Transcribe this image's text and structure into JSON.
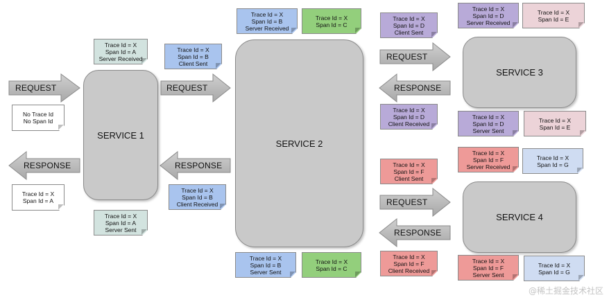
{
  "colors": {
    "teal": "#d2e3df",
    "blue": "#a9c4ee",
    "green": "#93cf7c",
    "purple": "#b8aad8",
    "pink": "#ecd3d8",
    "red": "#ee9a98",
    "lightblue": "#cfdcf2",
    "white": "#ffffff",
    "service": "#c9c9c9",
    "arrow": "#b5b5b5"
  },
  "services": {
    "s1": "SERVICE 1",
    "s2": "SERVICE 2",
    "s3": "SERVICE 3",
    "s4": "SERVICE 4"
  },
  "arrows": {
    "request": "REQUEST",
    "response": "RESPONSE"
  },
  "notes": {
    "client_in": [
      "No Trace Id",
      "No Span Id"
    ],
    "client_out": [
      "Trace Id = X",
      "Span Id = A"
    ],
    "s1_received": [
      "Trace Id = X",
      "Span Id = A",
      "Server Received"
    ],
    "s1_sent": [
      "Trace Id = X",
      "Span Id = A",
      "Server Sent"
    ],
    "s1_client_sent": [
      "Trace Id = X",
      "Span Id = B",
      "Client Sent"
    ],
    "s1_client_received": [
      "Trace Id = X",
      "Span Id = B",
      "Client Received"
    ],
    "s2_received": [
      "Trace Id = X",
      "Span Id = B",
      "Server Received"
    ],
    "s2_c_top": [
      "Trace Id = X",
      "Span Id = C"
    ],
    "s2_sent": [
      "Trace Id = X",
      "Span Id = B",
      "Server Sent"
    ],
    "s2_c_bottom": [
      "Trace Id = X",
      "Span Id = C"
    ],
    "s2_d_sent": [
      "Trace Id = X",
      "Span Id = D",
      "Client Sent"
    ],
    "s2_d_received": [
      "Trace Id = X",
      "Span Id = D",
      "Client Received"
    ],
    "s2_f_sent": [
      "Trace Id = X",
      "Span Id = F",
      "Client Sent"
    ],
    "s2_f_received": [
      "Trace Id = X",
      "Span Id = F",
      "Client Received"
    ],
    "s3_received": [
      "Trace Id = X",
      "Span Id = D",
      "Server Received"
    ],
    "s3_e_top": [
      "Trace Id = X",
      "Span Id = E"
    ],
    "s3_sent": [
      "Trace Id = X",
      "Span Id = D",
      "Server Sent"
    ],
    "s3_e_bottom": [
      "Trace Id = X",
      "Span Id = E"
    ],
    "s4_received": [
      "Trace Id = X",
      "Span Id = F",
      "Server Received"
    ],
    "s4_g_top": [
      "Trace Id = X",
      "Span Id = G"
    ],
    "s4_sent": [
      "Trace Id = X",
      "Span Id = F",
      "Server Sent"
    ],
    "s4_g_bottom": [
      "Trace Id = X",
      "Span Id = G"
    ]
  },
  "watermark": "@稀土掘金技术社区"
}
